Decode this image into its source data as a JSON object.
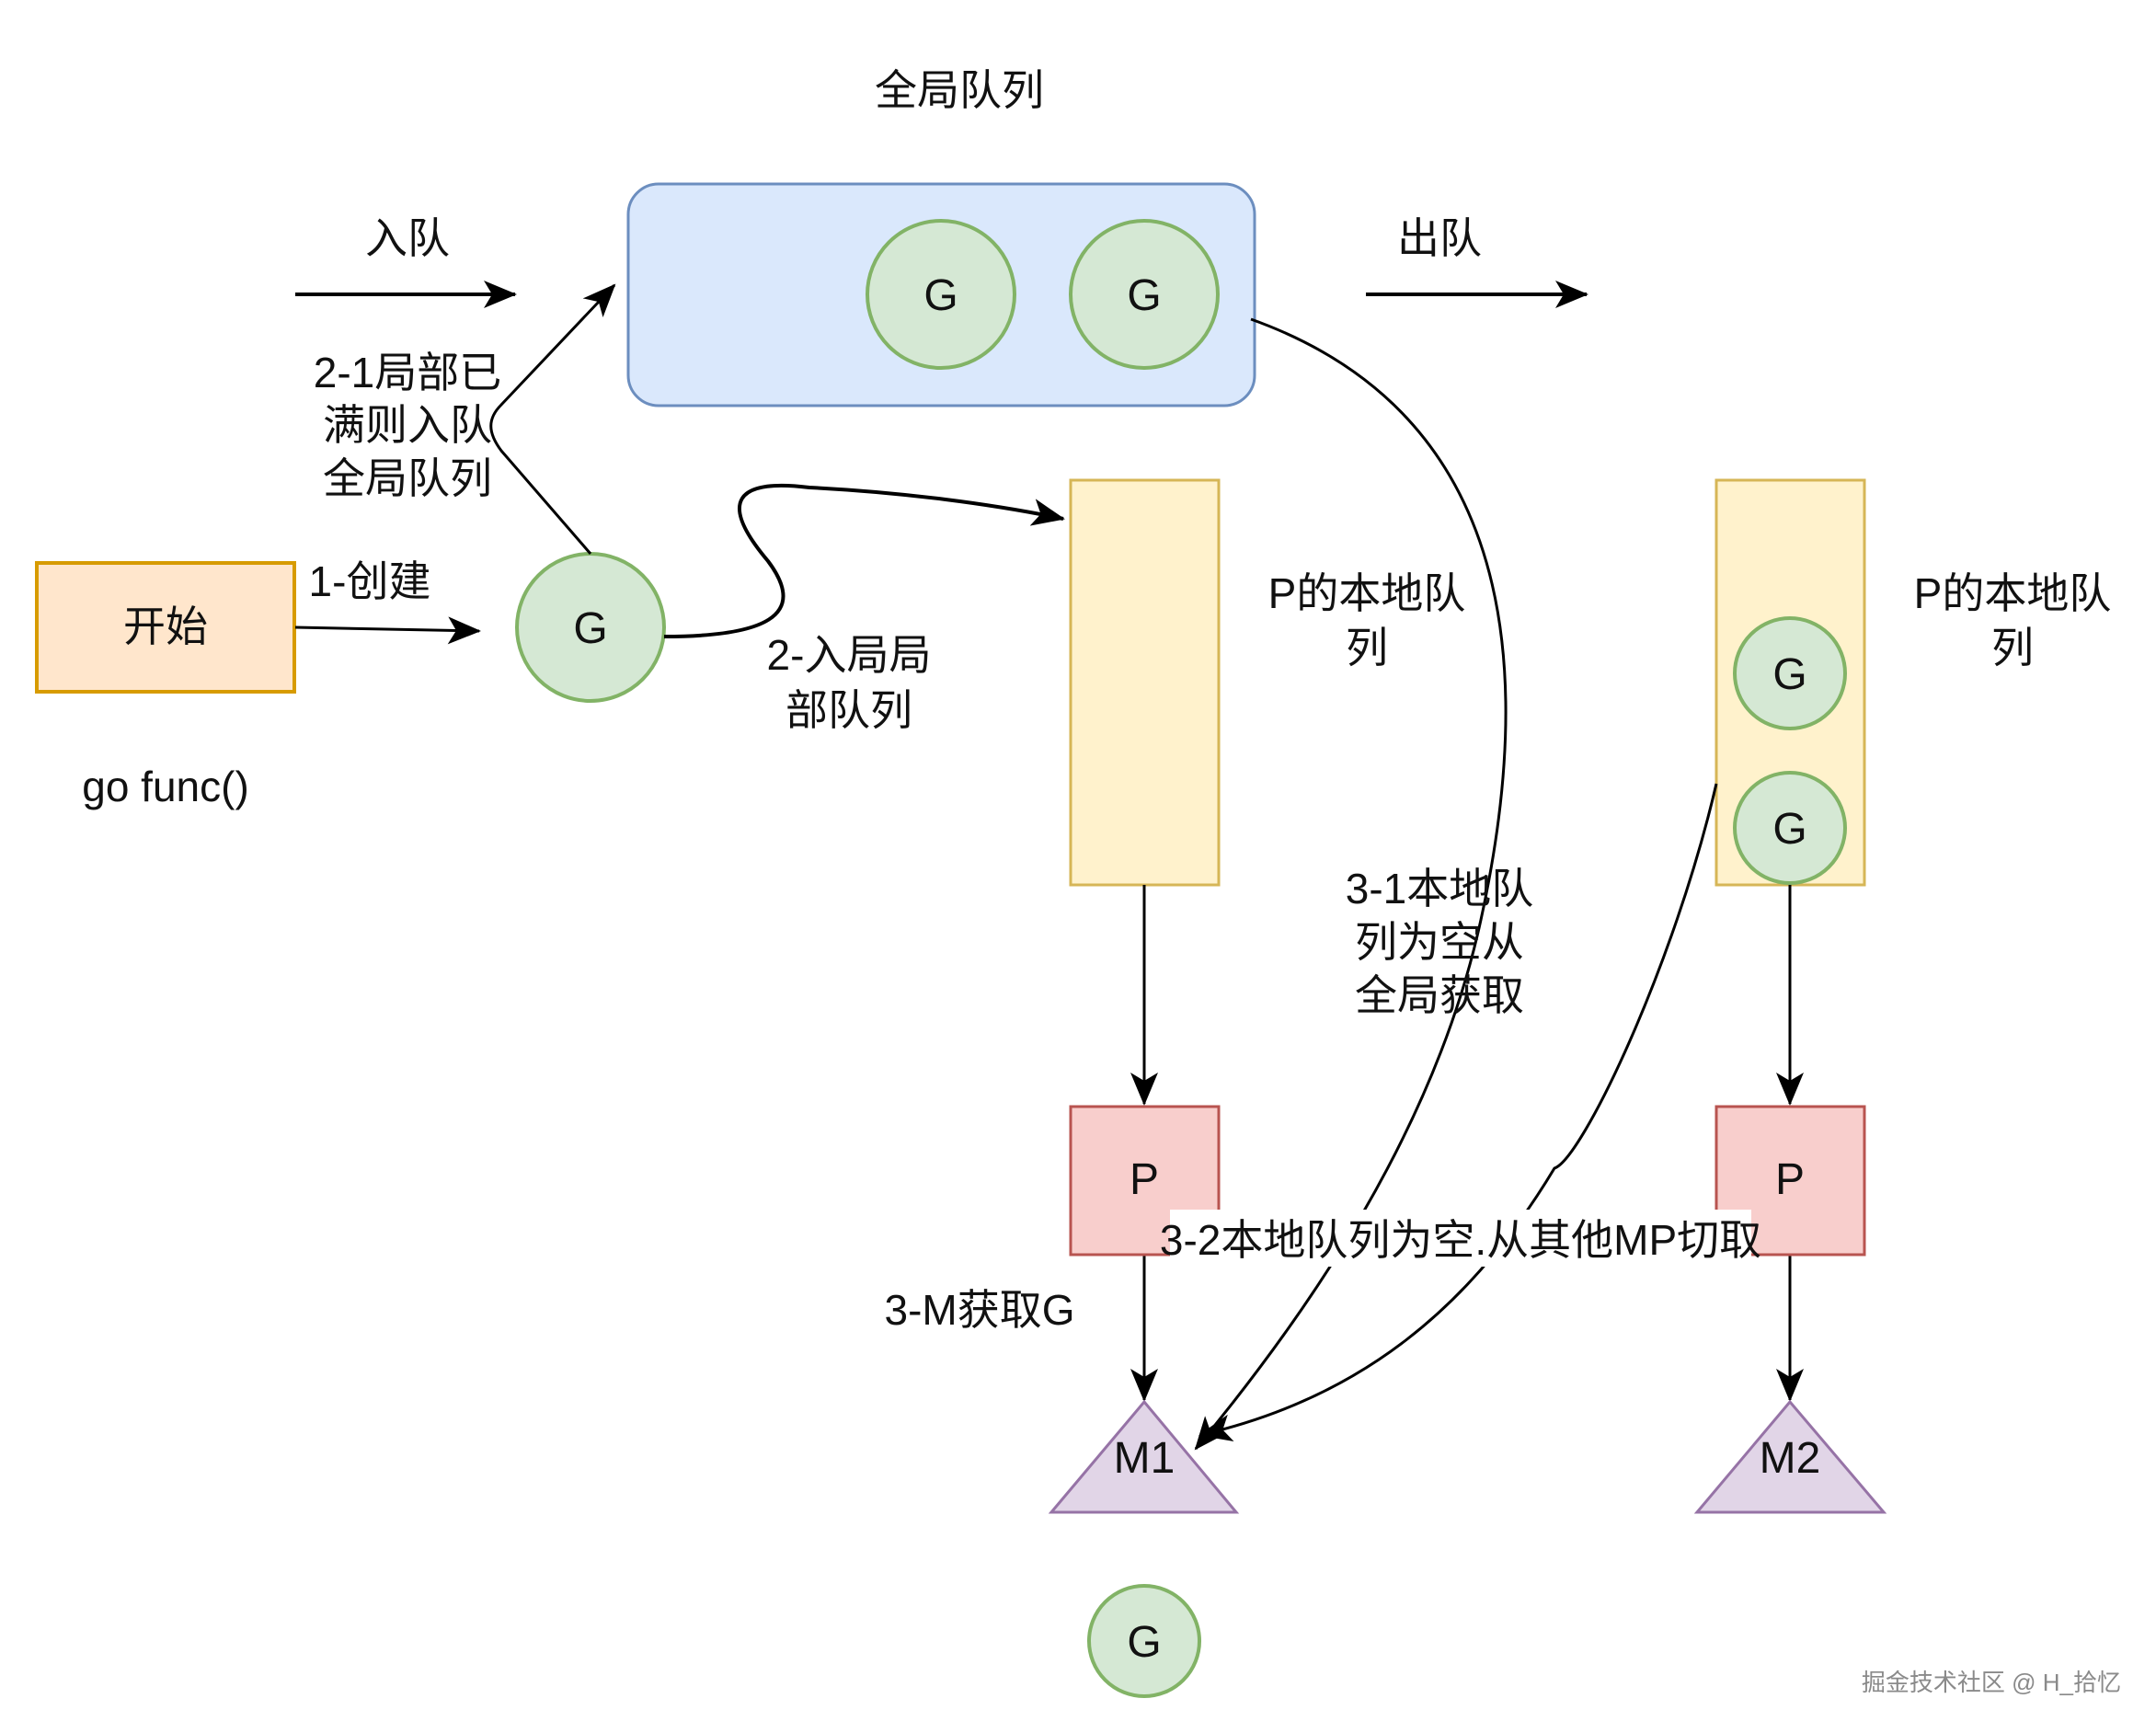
{
  "title": "全局队列",
  "colors": {
    "global_queue_fill": "#dae8fc",
    "global_queue_stroke": "#6c8ebf",
    "g_fill": "#d5e8d4",
    "g_stroke": "#82b366",
    "start_fill": "#ffe6cc",
    "start_stroke": "#d79b00",
    "local_queue_fill": "#fff2cc",
    "local_queue_stroke": "#d6b656",
    "p_fill": "#f8cecc",
    "p_stroke": "#b85450",
    "m_fill": "#e1d5e7",
    "m_stroke": "#9673a6",
    "edge": "#000000"
  },
  "labels": {
    "enqueue": "入队",
    "dequeue": "出队",
    "start": "开始",
    "go_func": "go func()",
    "create": "1-创建",
    "overflow_lines": [
      "2-1局部已",
      "满则入队",
      "全局队列"
    ],
    "enqueue_local_lines": [
      "2-入局局",
      "部队列"
    ],
    "local_queue_1_lines": [
      "P的本地队",
      "列"
    ],
    "local_queue_2_lines": [
      "P的本地队",
      "列"
    ],
    "from_global_lines": [
      "3-1本地队",
      "列为空从",
      "全局获取"
    ],
    "steal": "3-2本地队列为空.从其他MP切取",
    "m_get_g": "3-M获取G"
  },
  "nodes": {
    "g": "G",
    "p": "P",
    "m1": "M1",
    "m2": "M2"
  },
  "watermark": "掘金技术社区 @ H_拾忆"
}
